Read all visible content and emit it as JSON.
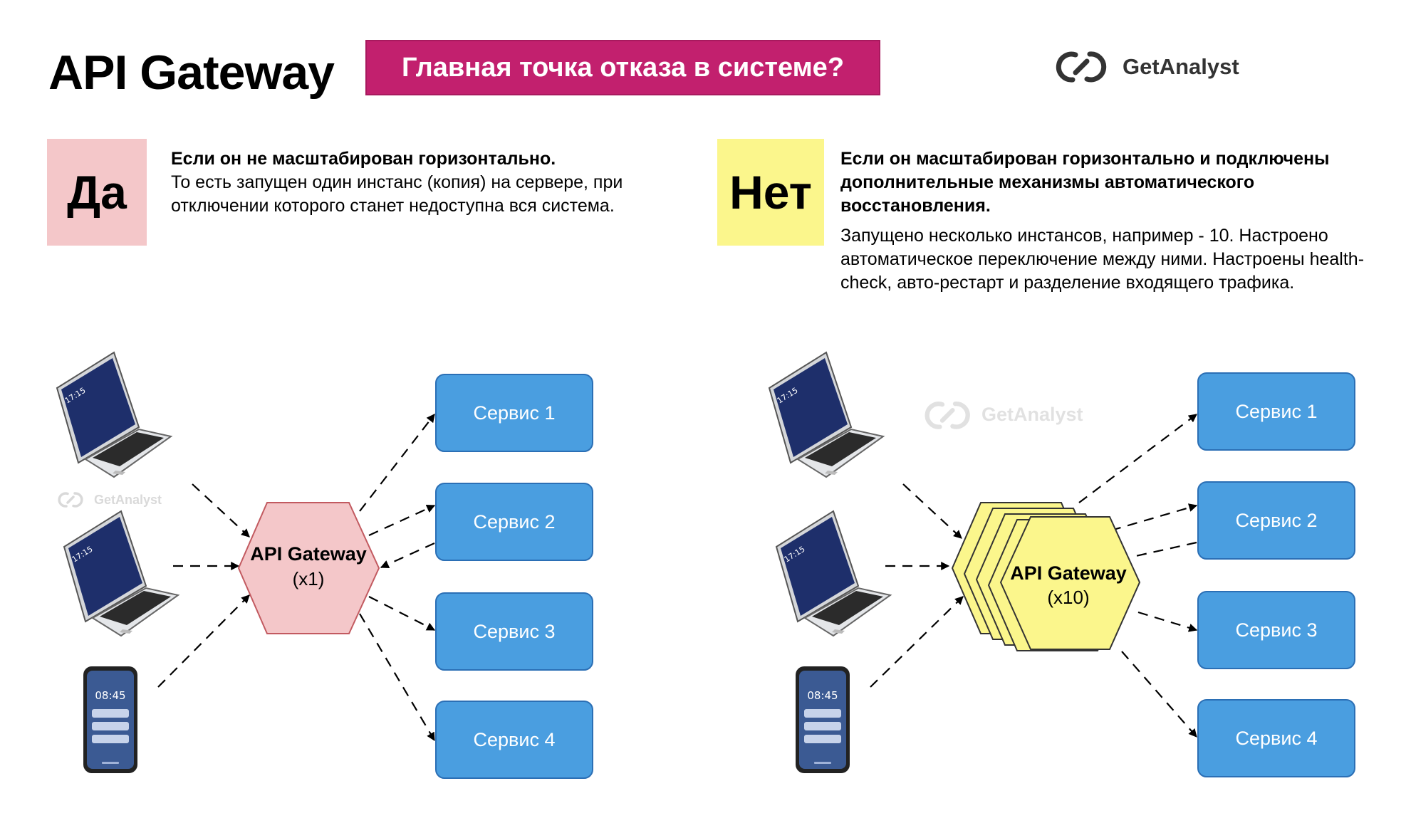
{
  "header": {
    "title": "API Gateway",
    "subtitle": "Главная точка отказа в системе?",
    "logo_text": "GetAnalyst"
  },
  "left": {
    "verdict": "Да",
    "heading": "Если он не масштабирован горизонтально.",
    "body": "То есть запущен один инстанс (копия) на сервере, при отключении которого станет недоступна вся система.",
    "gateway_label": "API Gateway",
    "gateway_count": "(x1)",
    "services": [
      "Сервис 1",
      "Сервис 2",
      "Сервис 3",
      "Сервис 4"
    ],
    "watermark": "GetAnalyst",
    "phone_time": "08:45",
    "laptop_time": "17:15"
  },
  "right": {
    "verdict": "Нет",
    "heading": "Если он масштабирован горизонтально и подключены дополнительные механизмы автоматического восстановления.",
    "body": "Запущено несколько инстансов, например - 10. Настроено автоматическое переключение между ними. Настроены health-check, авто-рестарт и разделение входящего трафика.",
    "gateway_label": "API Gateway",
    "gateway_count": "(x10)",
    "services": [
      "Сервис 1",
      "Сервис 2",
      "Сервис 3",
      "Сервис 4"
    ],
    "watermark": "GetAnalyst",
    "phone_time": "08:45",
    "laptop_time": "17:15"
  },
  "colors": {
    "accent": "#c2206e",
    "yes_bg": "#f4c7c9",
    "no_bg": "#fbf68c",
    "service_fill": "#4a9ee0",
    "gateway_x1_fill": "#f4c7c9",
    "gateway_x10_fill": "#fbf68c"
  }
}
